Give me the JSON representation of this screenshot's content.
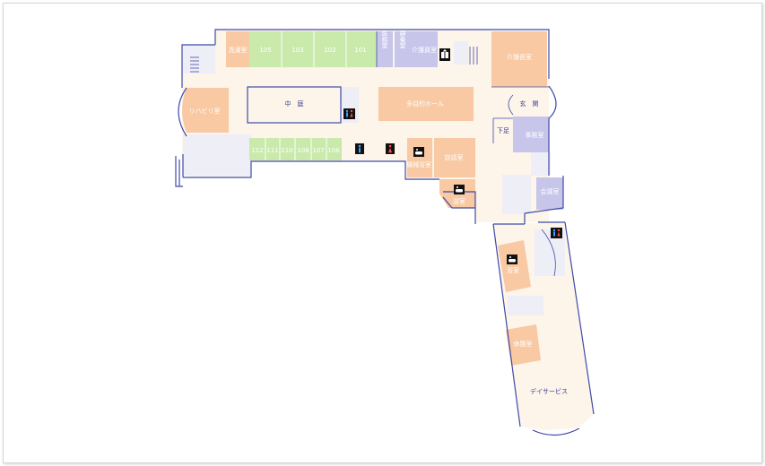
{
  "colors": {
    "wall": "#3f4aa8",
    "corridor": "#fdf4ea",
    "orange": "#f8c9a3",
    "green": "#c9eaaa",
    "purple": "#c7c5ea",
    "gray": "#eeeef6",
    "label_on_fill": "#ffffff",
    "label_dark": "#3b3f8f"
  },
  "rooms": {
    "laundry": "洗濯室",
    "r105": "105",
    "r103": "103",
    "r102": "102",
    "r101": "101",
    "medical": "医務室",
    "quiet": "静養室",
    "caregiver": "介護員室",
    "care_chief": "介護長室",
    "rehab": "リハビリ室",
    "courtyard": "中　庭",
    "hall": "多目的ホール",
    "entrance": "玄　関",
    "shoe": "下足",
    "office": "事務室",
    "r112": "112",
    "r111": "111",
    "r110": "110",
    "r108": "108",
    "r107": "107",
    "r106": "106",
    "mech_bath": "機械浴室",
    "consult": "談話室",
    "bath1": "浴室",
    "meeting": "会議室",
    "bath2": "浴室",
    "rest": "休憩室",
    "day": "デイサービス"
  },
  "icons": {
    "elevator": "elevator-icon",
    "restroom": "restroom-icon",
    "male": "male-toilet-icon",
    "female": "female-toilet-icon",
    "bath": "bath-icon"
  }
}
